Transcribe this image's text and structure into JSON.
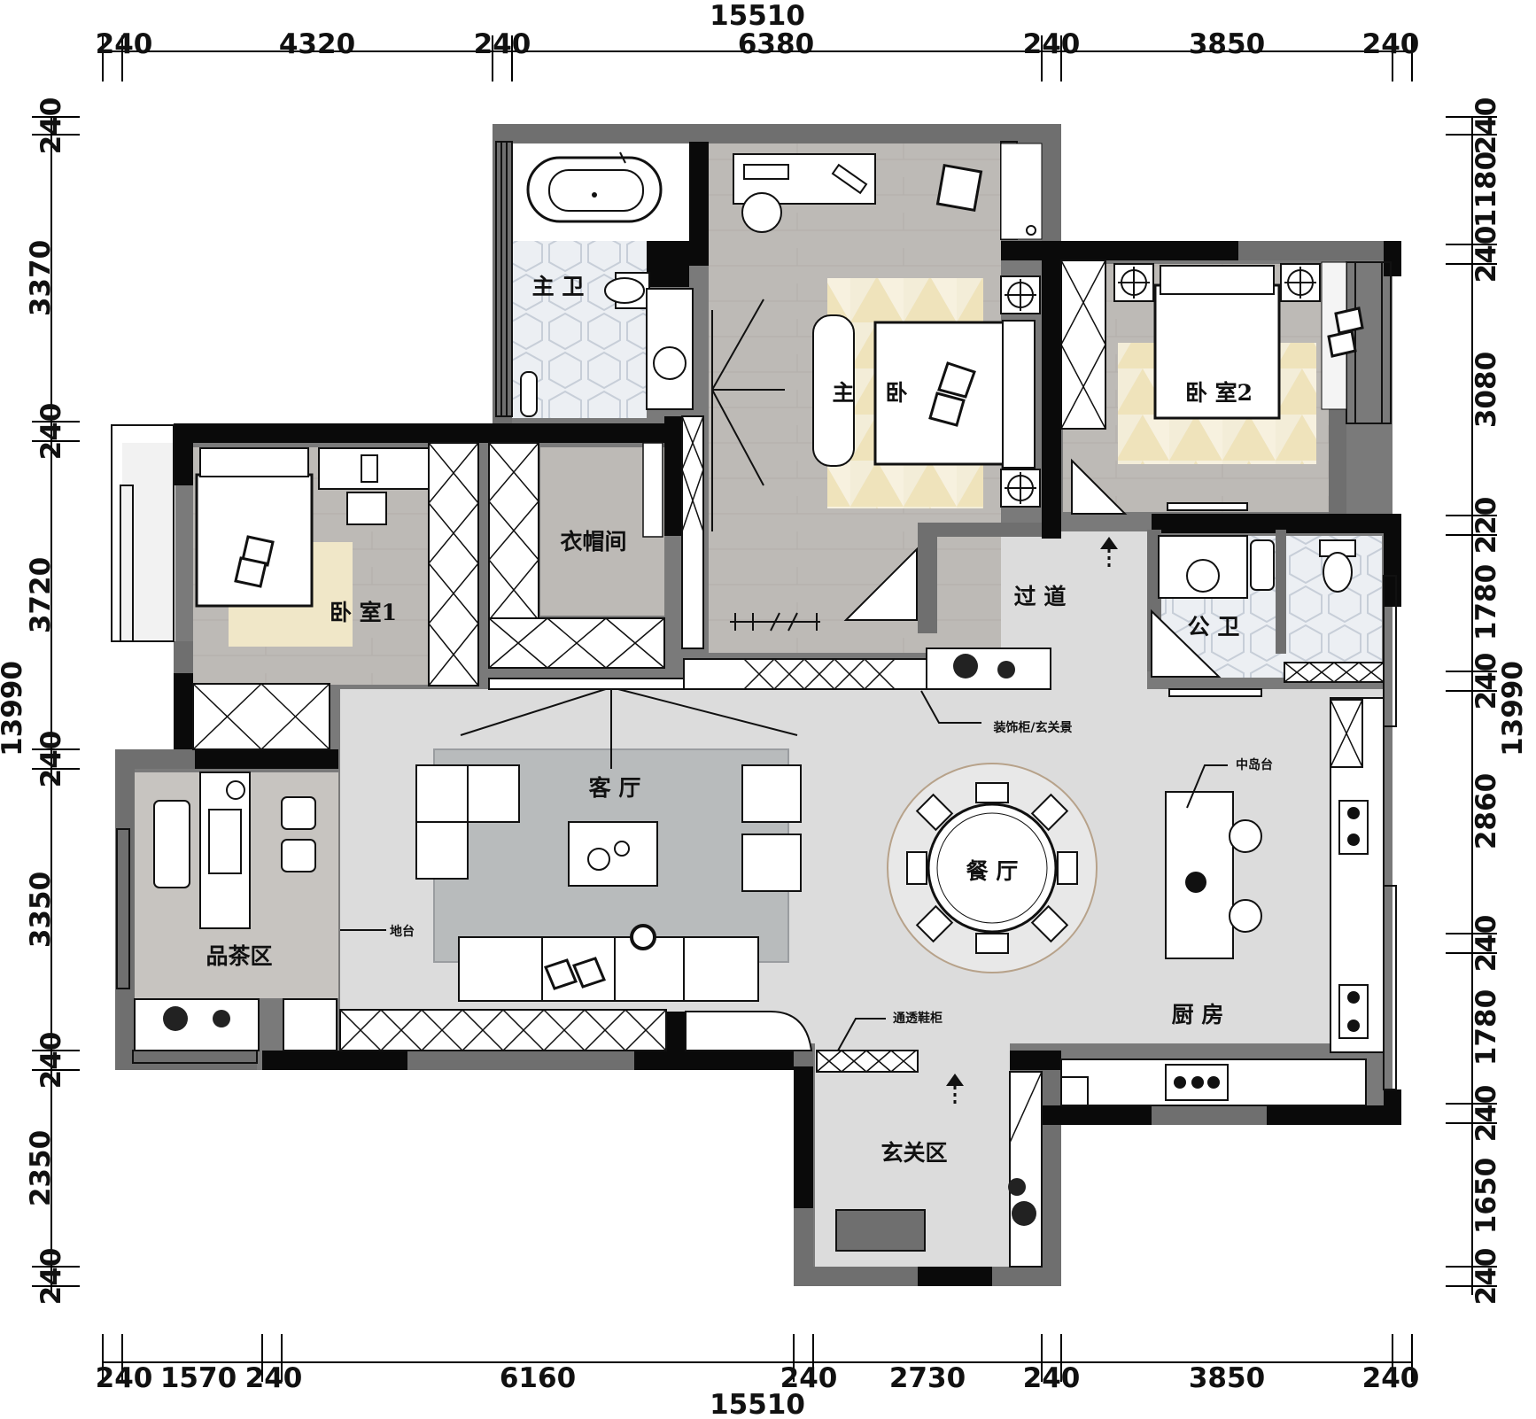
{
  "dimensions": {
    "top_total": "15510",
    "top": [
      "240",
      "4320",
      "240",
      "6380",
      "240",
      "3850",
      "240"
    ],
    "bottom_total": "15510",
    "bottom": [
      "240",
      "1570",
      "240",
      "6160",
      "240",
      "2730",
      "240",
      "3850",
      "240"
    ],
    "left_total": "13990",
    "left": [
      "240",
      "3370",
      "240",
      "3720",
      "240",
      "3350",
      "240",
      "2350",
      "240"
    ],
    "right_total": "13990",
    "right": [
      "240",
      "1180",
      "240",
      "3080",
      "220",
      "1780",
      "240",
      "2860",
      "240",
      "1780",
      "240",
      "1650",
      "240"
    ]
  },
  "rooms": {
    "master_bath": "主 卫",
    "master_bedroom_a": "主",
    "master_bedroom_b": "卧",
    "bedroom2": "卧 室2",
    "bedroom1": "卧 室1",
    "cloakroom": "衣帽间",
    "corridor": "过 道",
    "public_bath": "公 卫",
    "living_room": "客 厅",
    "dining_room": "餐 厅",
    "kitchen": "厨 房",
    "tea_area": "品茶区",
    "entrance": "玄关区"
  },
  "annotations": {
    "decor_cabinet": "装饰柜/玄关景",
    "island": "中岛台",
    "desk": "地台",
    "shoe_cabinet": "通透鞋柜"
  },
  "colors": {
    "wall": "#0a0a0a",
    "wall_gray": "#6f6f6f",
    "wood_floor": "#b9b6b2",
    "tile_floor": "#dedede",
    "marble": "#f0f0f0",
    "rug_yellow": "#f1e6c2"
  }
}
